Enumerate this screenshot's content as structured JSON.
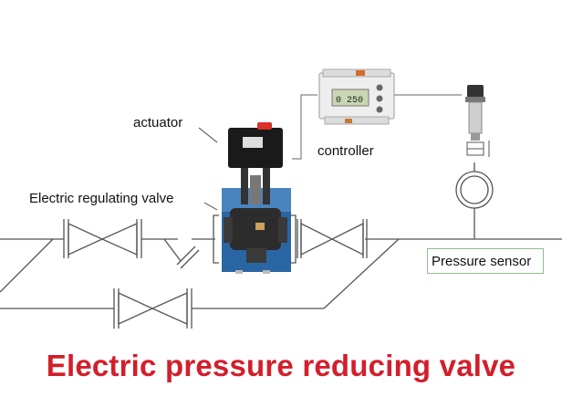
{
  "labels": {
    "actuator": "actuator",
    "controller": "controller",
    "regulating_valve": "Electric regulating valve",
    "pressure_sensor": "Pressure sensor",
    "title": "Electric pressure reducing valve"
  },
  "controller_display": "0  250",
  "colors": {
    "title": "#d21f2b",
    "pipe": "#555555",
    "valve_body": "#2c2c2c",
    "actuator_body": "#1a1a1a",
    "valve_backdrop": "#2a6fb3",
    "controller_body": "#f2f2f2",
    "sensor_box_border": "#8fbf8f"
  }
}
